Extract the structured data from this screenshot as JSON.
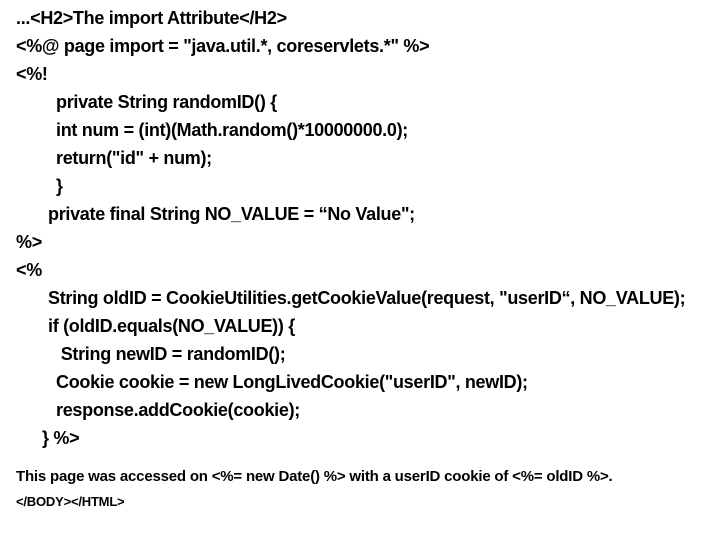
{
  "page": {
    "background_color": "#ffffff",
    "text_color": "#000000",
    "description": "Slide fragment showing JSP page source: The import Attribute example with cookie-based userID"
  },
  "code": {
    "lines": [
      {
        "text": "...<H2>The import Attribute</H2>",
        "indent": 0,
        "kind": "code"
      },
      {
        "text": "<%@ page import = \"java.util.*, coreservlets.*\" %>",
        "indent": 0,
        "kind": "code"
      },
      {
        "text": "<%!",
        "indent": 0,
        "kind": "code"
      },
      {
        "text": "private String randomID() {",
        "indent": 3,
        "kind": "code"
      },
      {
        "text": "int num = (int)(Math.random()*10000000.0);",
        "indent": 3,
        "kind": "code"
      },
      {
        "text": "return(\"id\" + num);",
        "indent": 3,
        "kind": "code"
      },
      {
        "text": "}",
        "indent": 3,
        "kind": "code"
      },
      {
        "text": "private final String NO_VALUE = “No Value\";",
        "indent": 2,
        "kind": "code"
      },
      {
        "text": "%>",
        "indent": 0,
        "kind": "code"
      },
      {
        "text": "<%",
        "indent": 0,
        "kind": "code"
      },
      {
        "text": "String oldID = CookieUtilities.getCookieValue(request, \"userID“, NO_VALUE);",
        "indent": 2,
        "kind": "code"
      },
      {
        "text": "if (oldID.equals(NO_VALUE)) {",
        "indent": 2,
        "kind": "code"
      },
      {
        "text": " String newID = randomID();",
        "indent": 3,
        "kind": "code"
      },
      {
        "text": "Cookie cookie = new LongLivedCookie(\"userID\", newID);",
        "indent": 3,
        "kind": "code"
      },
      {
        "text": "response.addCookie(cookie);",
        "indent": 3,
        "kind": "code"
      },
      {
        "text": "} %>",
        "indent": 1,
        "kind": "code"
      },
      {
        "text": "This page was accessed on <%= new Date() %> with a userID cookie of <%= oldID %>.",
        "indent": 0,
        "kind": "note"
      },
      {
        "text": "</BODY></HTML>",
        "indent": 0,
        "kind": "tag"
      }
    ]
  }
}
